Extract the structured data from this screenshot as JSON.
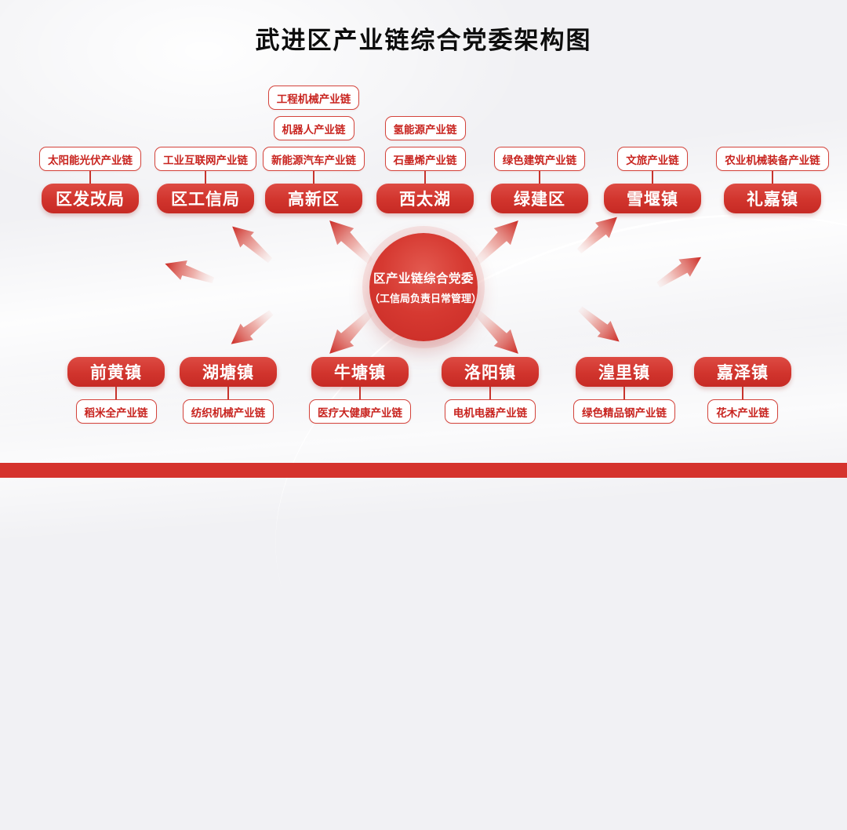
{
  "title": "武进区产业链综合党委架构图",
  "center": {
    "line1": "区产业链综合党委",
    "line2": "（工信局负责日常管理）"
  },
  "colors": {
    "node_red": "#d1342d",
    "chip_border_red": "#d4443c",
    "chip_text_red": "#c8241f",
    "bottom_bar_red": "#d5332d",
    "background_gray": "#f1f1f4",
    "node_text_white": "#ffffff",
    "title_black": "#0d0d0d"
  },
  "top_branches": [
    {
      "name": "区发改局",
      "chains": [
        "太阳能光伏产业链"
      ]
    },
    {
      "name": "区工信局",
      "chains": [
        "工业互联网产业链"
      ]
    },
    {
      "name": "高新区",
      "chains": [
        "工程机械产业链",
        "机器人产业链",
        "新能源汽车产业链"
      ]
    },
    {
      "name": "西太湖",
      "chains": [
        "氢能源产业链",
        "石墨烯产业链"
      ]
    },
    {
      "name": "绿建区",
      "chains": [
        "绿色建筑产业链"
      ]
    },
    {
      "name": "雪堰镇",
      "chains": [
        "文旅产业链"
      ]
    },
    {
      "name": "礼嘉镇",
      "chains": [
        "农业机械装备产业链"
      ]
    }
  ],
  "bottom_branches": [
    {
      "name": "前黄镇",
      "chains": [
        "稻米全产业链"
      ]
    },
    {
      "name": "湖塘镇",
      "chains": [
        "纺织机械产业链"
      ]
    },
    {
      "name": "牛塘镇",
      "chains": [
        "医疗大健康产业链"
      ]
    },
    {
      "name": "洛阳镇",
      "chains": [
        "电机电器产业链"
      ]
    },
    {
      "name": "湟里镇",
      "chains": [
        "绿色精品钢产业链"
      ]
    },
    {
      "name": "嘉泽镇",
      "chains": [
        "花木产业链"
      ]
    }
  ]
}
